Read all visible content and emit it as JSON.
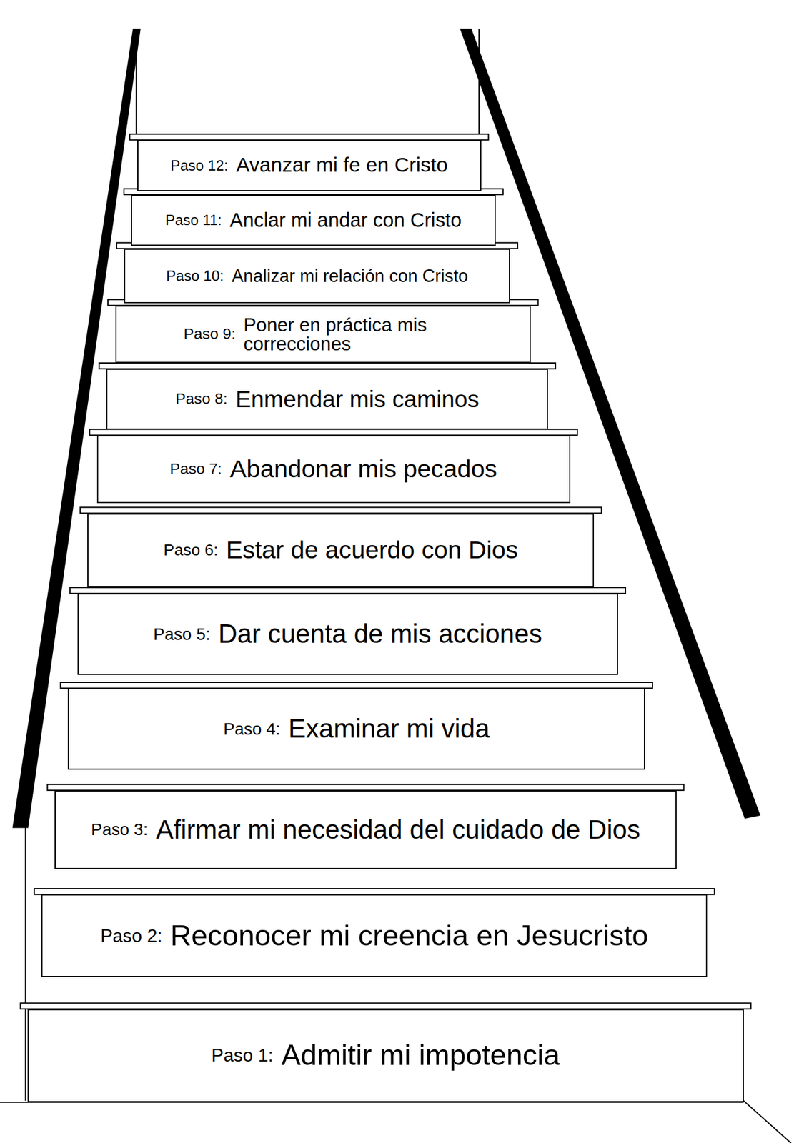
{
  "diagram": {
    "nodes": [
      {
        "text": [
          "Paso 12:",
          "Avanzar mi fe en Cristo"
        ]
      },
      {
        "text": [
          "Paso 11:",
          "Anclar mi andar con Cristo"
        ]
      },
      {
        "text": [
          "Paso 10:",
          "Analizar mi relación con Cristo"
        ]
      },
      {
        "text": [
          "Paso 9:",
          "Poner en práctica mis correcciones"
        ]
      },
      {
        "text": [
          "Paso 8:",
          "Enmendar mis caminos"
        ]
      },
      {
        "text": [
          "Paso 7:",
          "Abandonar mis pecados"
        ]
      },
      {
        "text": [
          "Paso 6:",
          "Estar de acuerdo con Dios"
        ]
      },
      {
        "text": [
          "Paso 5:",
          "Dar cuenta de mis acciones"
        ]
      },
      {
        "text": [
          "Paso 4:",
          "Examinar mi vida"
        ]
      },
      {
        "text": [
          "Paso 3:",
          "Afirmar mi necesidad del cuidado de Dios"
        ]
      },
      {
        "text": [
          "Paso 2:",
          "Reconocer mi creencia en Jesucristo"
        ]
      },
      {
        "text": [
          "Paso 1:",
          "Admitir mi impotencia"
        ]
      }
    ]
  }
}
